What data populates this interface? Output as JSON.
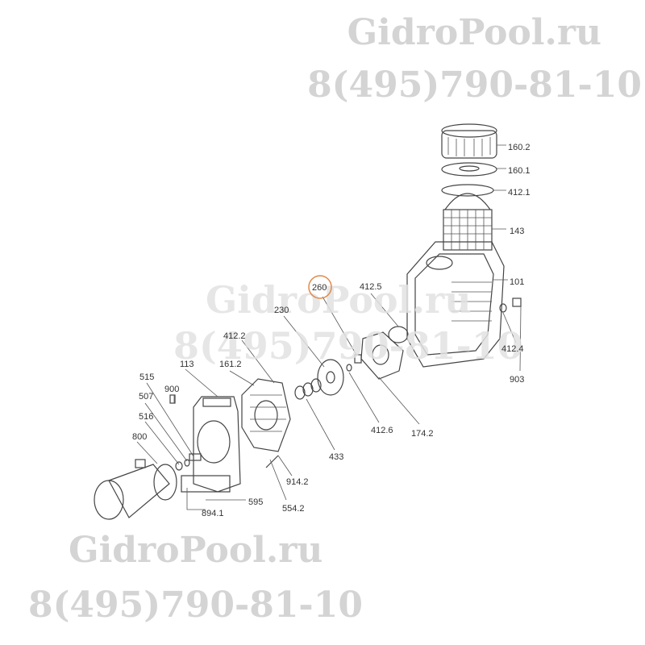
{
  "watermark": {
    "site": "GidroPool.ru",
    "phone": "8(495)790-81-10"
  },
  "highlight_color": "#e0894a",
  "highlighted_part": "260",
  "parts": {
    "p160_2": "160.2",
    "p160_1": "160.1",
    "p412_1": "412.1",
    "p143": "143",
    "p101": "101",
    "p412_5": "412.5",
    "p260": "260",
    "p230": "230",
    "p412_2": "412.2",
    "p161_2": "161.2",
    "p113": "113",
    "p515": "515",
    "p900": "900",
    "p507": "507",
    "p516": "516",
    "p800": "800",
    "p412_4": "412.4",
    "p903": "903",
    "p412_6": "412.6",
    "p174_2": "174.2",
    "p433": "433",
    "p914_2": "914.2",
    "p554_2": "554.2",
    "p595": "595",
    "p894_1": "894.1"
  }
}
